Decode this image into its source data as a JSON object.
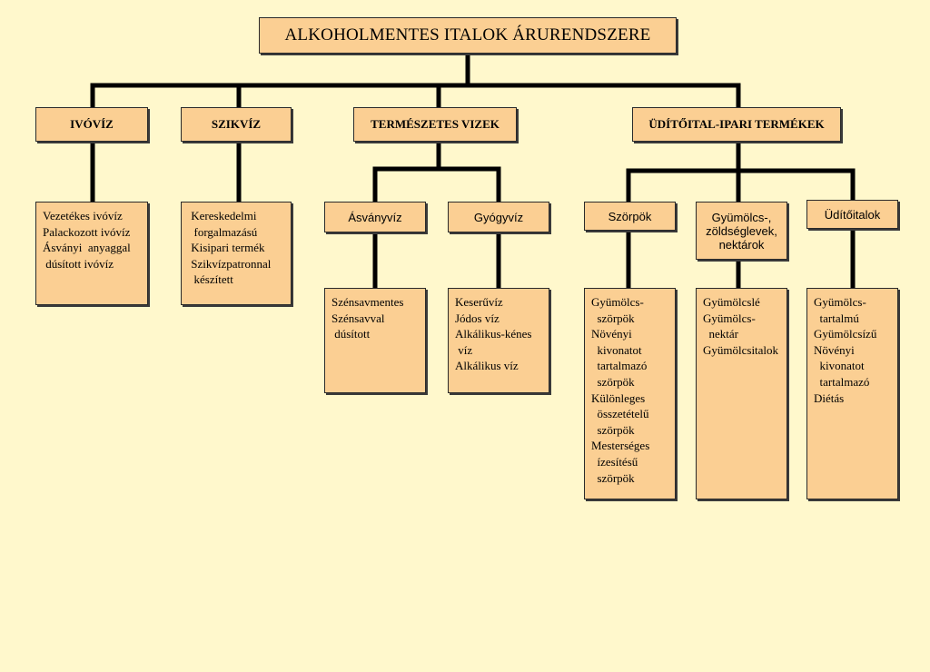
{
  "title": "ALKOHOLMENTES ITALOK ÁRURENDSZERE",
  "categories": {
    "ivoviz": {
      "label": "IVÓVÍZ",
      "items": [
        "Vezetékes ivóvíz",
        "Palackozott ivóvíz",
        "Ásványi  anyaggal",
        " dúsított ivóvíz"
      ]
    },
    "szikviz": {
      "label": "SZIKVÍZ",
      "items": [
        " Kereskedelmi",
        "  forgalmazású",
        " Kisipari termék",
        " Szikvízpatronnal",
        "  készített"
      ]
    },
    "termeszetes": {
      "label": "TERMÉSZETES VIZEK",
      "asvanyviz": {
        "label": "Ásványvíz",
        "items": [
          "Szénsavmentes",
          "Szénsavval",
          " dúsított"
        ]
      },
      "gyogyviz": {
        "label": "Gyógyvíz",
        "items": [
          "Keserűvíz",
          "Jódos víz",
          "Alkálikus-kénes",
          " víz",
          "Alkálikus víz"
        ]
      }
    },
    "uditoital": {
      "label": "ÜDÍTŐITAL-IPARI TERMÉKEK",
      "szorpok": {
        "label": "Szörpök",
        "items": [
          "Gyümölcs-",
          "  szörpök",
          "Növényi",
          "  kivonatot",
          "  tartalmazó",
          "  szörpök",
          "Különleges",
          "  összetételű",
          "  szörpök",
          "Mesterséges",
          "  ízesítésű",
          "  szörpök"
        ]
      },
      "gyumolcs": {
        "label_lines": [
          "Gyümölcs-,",
          "zöldséglevek,",
          "nektárok"
        ],
        "items": [
          "Gyümölcslé",
          "Gyümölcs-",
          "  nektár",
          "Gyümölcsitalok"
        ]
      },
      "uditoitalok": {
        "label": "Üdítőitalok",
        "items": [
          "Gyümölcs-",
          "  tartalmú",
          "Gyümölcsízű",
          "Növényi",
          "  kivonatot",
          "  tartalmazó",
          "Diétás"
        ]
      }
    }
  }
}
